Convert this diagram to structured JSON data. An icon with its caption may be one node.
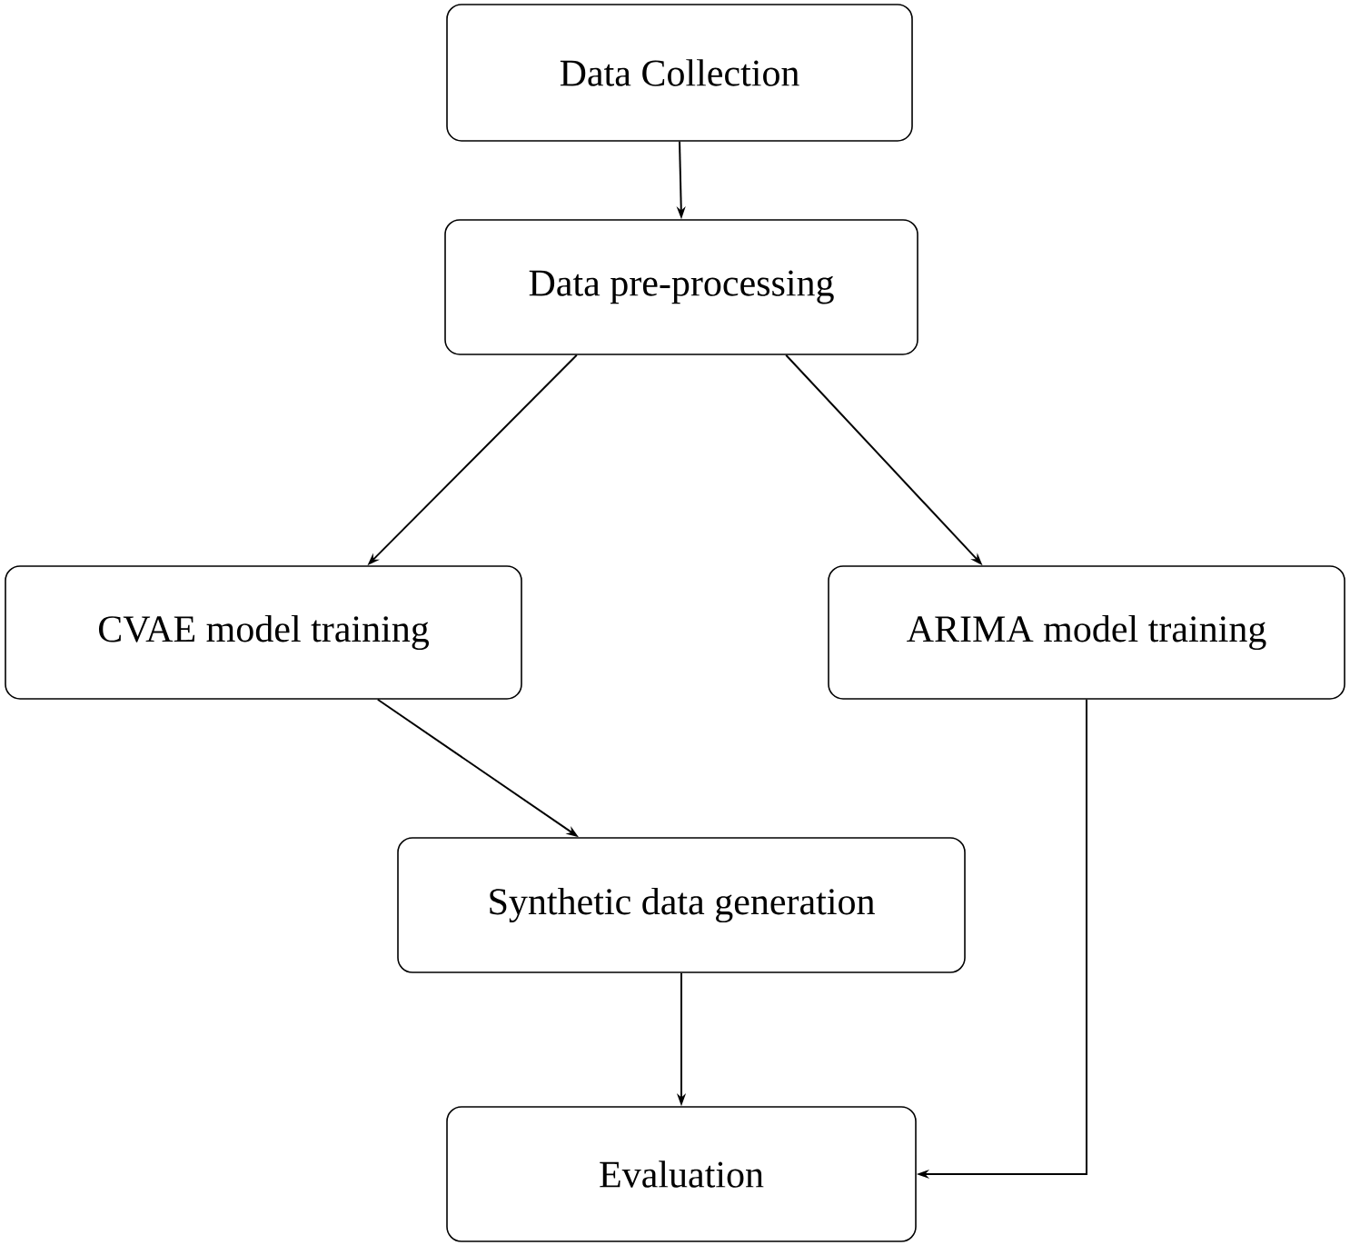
{
  "diagram": {
    "nodes": [
      {
        "text": [
          "Data Collection"
        ]
      },
      {
        "text": [
          "Data pre-processing"
        ]
      },
      {
        "text": [
          "CVAE model training"
        ]
      },
      {
        "text": [
          "ARIMA model training"
        ]
      },
      {
        "text": [
          "Synthetic data generation"
        ]
      },
      {
        "text": [
          "Evaluation"
        ]
      }
    ],
    "edges": [
      {
        "from": 0,
        "to": 1,
        "arrow": "to"
      },
      {
        "from": 1,
        "to": 2,
        "arrow": "to"
      },
      {
        "from": 1,
        "to": 3,
        "arrow": "to"
      },
      {
        "from": 2,
        "to": 4,
        "arrow": "to"
      },
      {
        "from": 4,
        "to": 5,
        "arrow": "to"
      },
      {
        "from": 3,
        "to": 5,
        "arrow": "to"
      }
    ]
  }
}
